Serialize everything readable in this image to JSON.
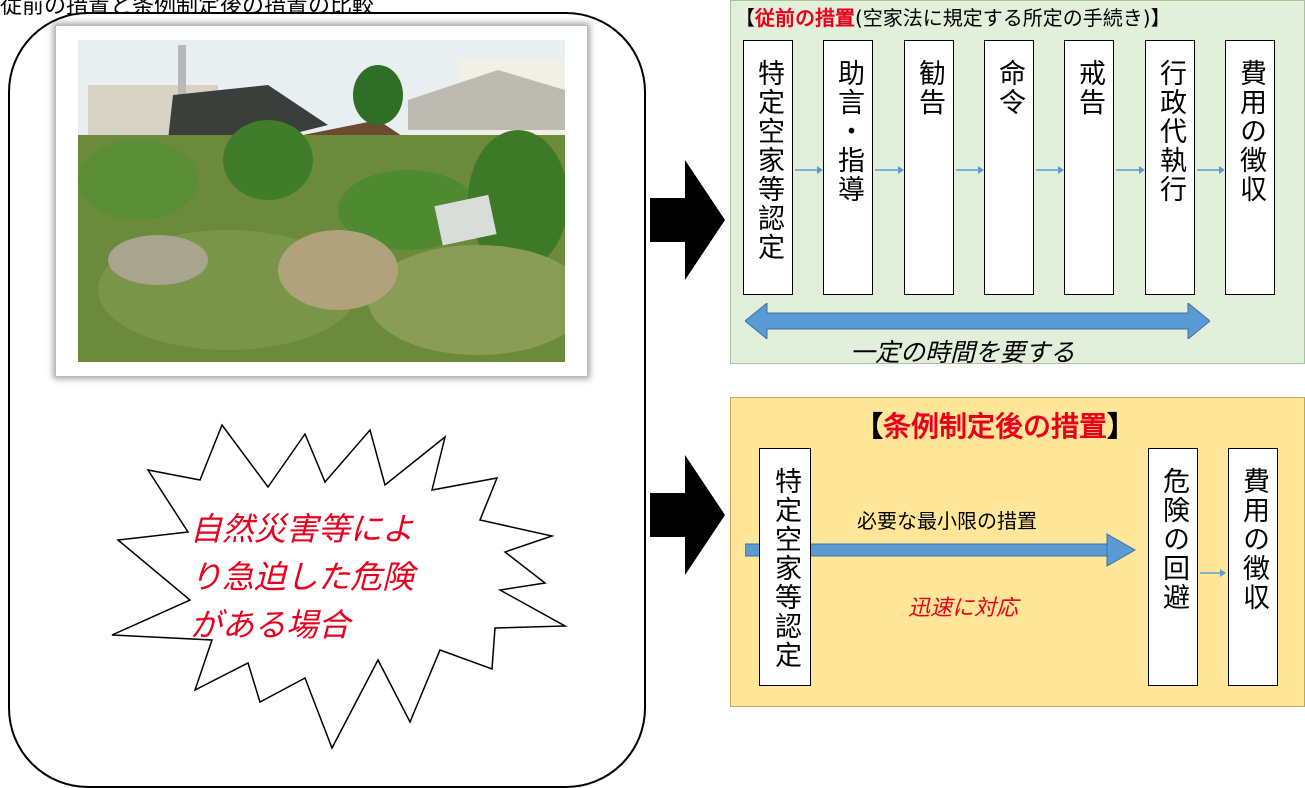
{
  "caption": "従前の措置と条例制定後の措置の比較",
  "left_panel": {
    "photo_alt": "荒廃した空き家の写真",
    "burst_text": [
      "自然災害等によ",
      "り急迫した危険",
      "がある場合"
    ]
  },
  "top_panel": {
    "heading_bracket_open": "【",
    "heading_emphasis": "従前の措置",
    "heading_rest": "(空家法に規定する所定の手続き)】",
    "steps": [
      "特定空家等認定",
      "助言・指導",
      "勧告",
      "命令",
      "戒告",
      "行政代執行",
      "費用の徴収"
    ],
    "span_label": "一定の時間を要する"
  },
  "bottom_panel": {
    "heading_open": "【",
    "heading_emphasis": "条例制定後の措置",
    "heading_close": "】",
    "steps": [
      "特定空家等認定",
      "危険の回避",
      "費用の徴収"
    ],
    "arrow_label": "必要な最小限の措置",
    "speed_label": "迅速に対応"
  },
  "colors": {
    "accent_red": "#e8001c",
    "arrow_blue": "#5b9bd5",
    "panel_green": "#e2efda",
    "panel_yellow": "#ffe699"
  }
}
